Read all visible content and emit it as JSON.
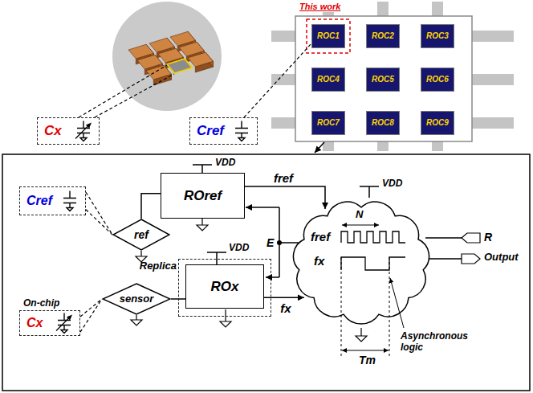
{
  "diagram": {
    "nodes": [
      {
        "text": [
          "Cx"
        ]
      },
      {
        "text": [
          "Cref"
        ]
      },
      {
        "text": [
          "ROC1"
        ]
      },
      {
        "text": [
          "ROC2"
        ]
      },
      {
        "text": [
          "ROC3"
        ]
      },
      {
        "text": [
          "ROC4"
        ]
      },
      {
        "text": [
          "ROC5"
        ]
      },
      {
        "text": [
          "ROC6"
        ]
      },
      {
        "text": [
          "ROC7"
        ]
      },
      {
        "text": [
          "ROC8"
        ]
      },
      {
        "text": [
          "ROC9"
        ]
      },
      {
        "text": [
          "Cref"
        ]
      },
      {
        "text": [
          "ref"
        ]
      },
      {
        "text": [
          "ROref"
        ]
      },
      {
        "text": [
          "Replica"
        ]
      },
      {
        "text": [
          "ROx"
        ],
        "in": 14
      },
      {
        "text": [
          "sensor"
        ]
      },
      {
        "text": [
          "On-chip",
          "Cx"
        ]
      },
      {
        "text": [
          "N",
          "fref",
          "fx"
        ]
      }
    ],
    "edges": [
      {
        "from": 1,
        "to": 2,
        "arrow": "none"
      },
      {
        "from": 11,
        "to": 12,
        "arrow": "none"
      },
      {
        "from": 12,
        "to": 13,
        "arrow": "none"
      },
      {
        "from": 17,
        "to": 16,
        "arrow": "none"
      },
      {
        "from": 16,
        "to": 15,
        "arrow": "none"
      },
      {
        "from": 13,
        "to": 18,
        "label": "fref",
        "arrow": "to"
      },
      {
        "from": 15,
        "to": 18,
        "label": "fx",
        "arrow": "to"
      }
    ],
    "labels": [
      "This work",
      "VDD",
      "E",
      "VDD",
      "R",
      "Output",
      "VDD",
      "Asynchronous logic",
      "Tm"
    ]
  }
}
